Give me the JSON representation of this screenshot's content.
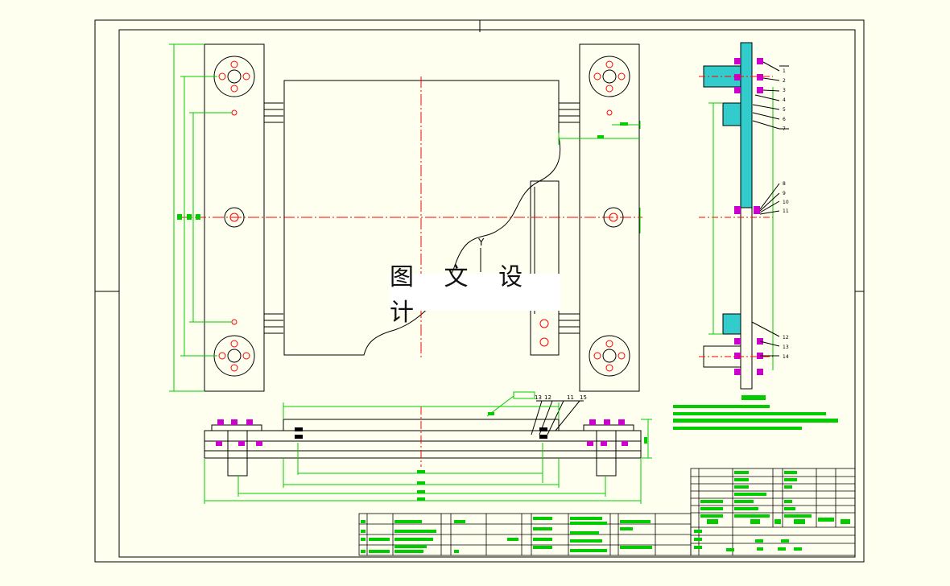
{
  "watermark": "图 文 设 计",
  "side_view": {
    "part_labels": [
      "1",
      "2",
      "3",
      "4",
      "5",
      "6",
      "7",
      "8",
      "9",
      "10",
      "11",
      "12",
      "13",
      "14"
    ]
  },
  "front_view": {
    "part_labels": [
      "13",
      "12",
      "11",
      "15"
    ],
    "annotation_letter": "Y"
  },
  "colors": {
    "background": "#fffff0",
    "outline": "#000000",
    "dimension": "#00cc00",
    "centerline": "#ff0000",
    "section_fill": "#33cccc",
    "fastener": "#cc00cc",
    "tech_requirements": "#00cc00"
  },
  "icons": [
    "bolt-circle-icon",
    "section-hatch-icon"
  ]
}
